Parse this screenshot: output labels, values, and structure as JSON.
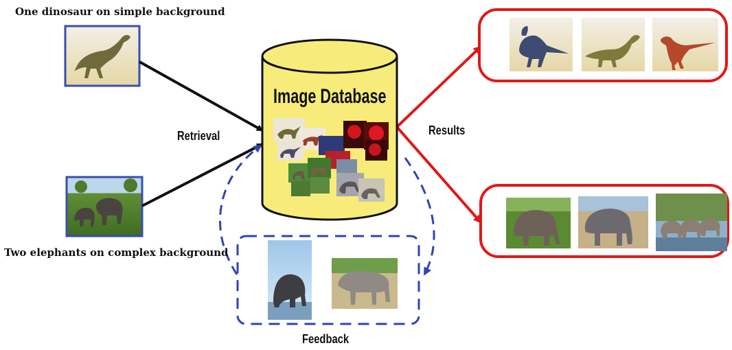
{
  "labels": {
    "query1": "One dinosaur on simple background",
    "query2": "Two elephants on complex background",
    "retrieval": "Retrieval",
    "results": "Results",
    "feedback": "Feedback",
    "database": "Image Database"
  },
  "colors": {
    "query_frame": "#3a4db0",
    "db_fill": "#f7ec7a",
    "db_stroke": "#111111",
    "result_box": "#e01818",
    "result_arrow": "#e01818",
    "feedback_dash": "#2f43b5",
    "arrow": "#111111"
  },
  "icons": {
    "query_dinosaur": "dinosaur-image",
    "query_elephants": "elephants-image",
    "results_dinosaurs": "dinosaur-thumbnails",
    "results_elephants": "elephant-thumbnails",
    "feedback_images": "elephant-thumbnails"
  }
}
